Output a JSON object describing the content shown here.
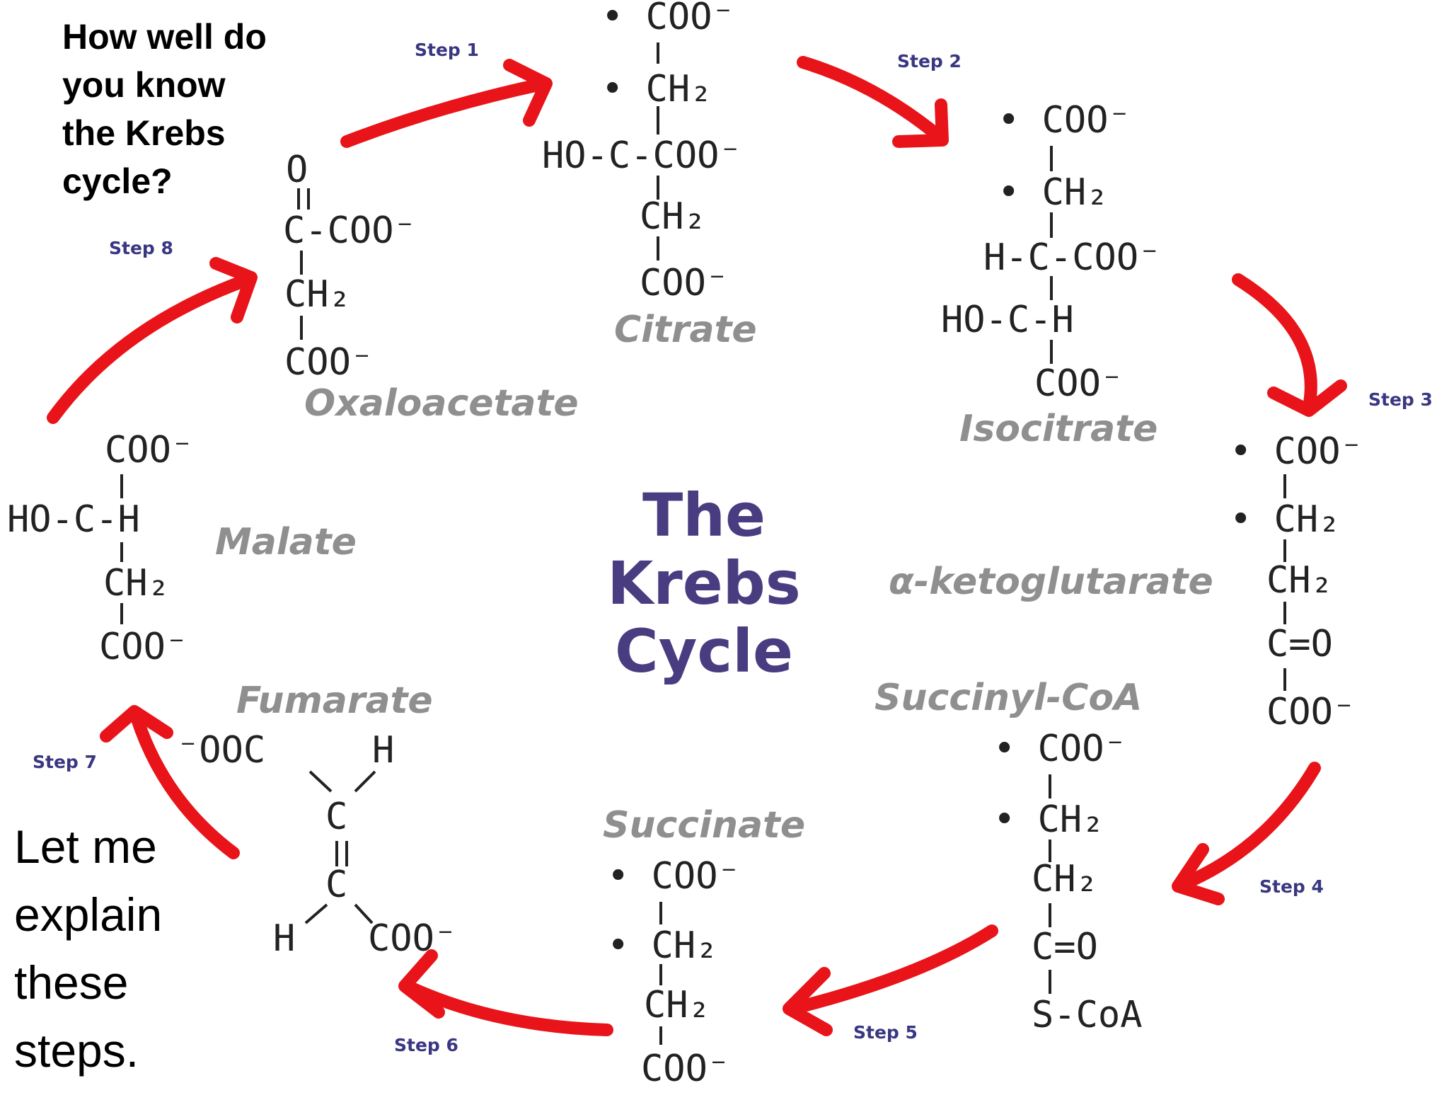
{
  "question": [
    "How well do",
    "you know",
    "the Krebs",
    "cycle?"
  ],
  "center_title": [
    "The",
    "Krebs",
    "Cycle"
  ],
  "explain": [
    "Let me",
    "explain",
    "these",
    "steps."
  ],
  "molecules": {
    "citrate": "Citrate",
    "isocitrate": "Isocitrate",
    "aketoglutarate": "α-ketoglutarate",
    "succinylcoa": "Succinyl-CoA",
    "succinate": "Succinate",
    "fumarate": "Fumarate",
    "malate": "Malate",
    "oxaloacetate": "Oxaloacetate"
  },
  "steps": {
    "s1": "Step 1",
    "s2": "Step 2",
    "s3": "Step 3",
    "s4": "Step 4",
    "s5": "Step 5",
    "s6": "Step 6",
    "s7": "Step 7",
    "s8": "Step 8"
  },
  "structures": {
    "citrate": [
      "• COO⁻",
      "• CH₂",
      "HO-C-COO⁻",
      "CH₂",
      "COO⁻"
    ],
    "isocitrate": [
      "• COO⁻",
      "• CH₂",
      "H-C-COO⁻",
      "HO-C-H",
      "COO⁻"
    ],
    "aketoglutarate": [
      "• COO⁻",
      "• CH₂",
      "CH₂",
      "C=O",
      "COO⁻"
    ],
    "succinylcoa": [
      "• COO⁻",
      "• CH₂",
      "CH₂",
      "C=O",
      "S-CoA"
    ],
    "succinate": [
      "• COO⁻",
      "• CH₂",
      "CH₂",
      "COO⁻"
    ],
    "fumarate": [
      "⁻OOC",
      "H",
      "C",
      "C",
      "H",
      "COO⁻"
    ],
    "malate": [
      "COO⁻",
      "HO-C-H",
      "CH₂",
      "COO⁻"
    ],
    "oxaloacetate": [
      "O",
      "C-COO⁻",
      "CH₂",
      "COO⁻"
    ]
  },
  "colors": {
    "arrow": "#e8141a",
    "title": "#4a3c80",
    "molecule_label": "#8f8f8f",
    "step_label": "#3a3782",
    "structure": "#222222"
  }
}
